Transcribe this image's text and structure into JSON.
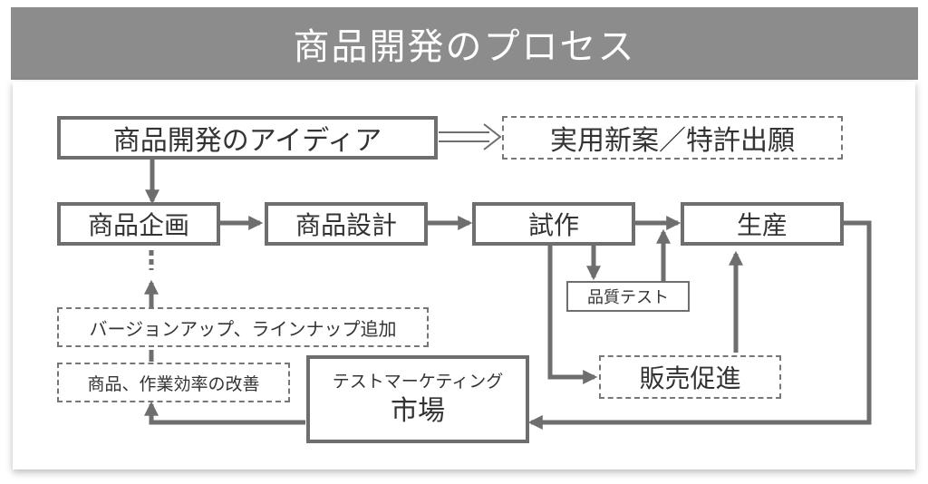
{
  "title": "商品開発のプロセス",
  "colors": {
    "header_bg": "#8c8c8c",
    "title_text": "#ffffff",
    "box_border": "#6e6e6e",
    "text": "#333333",
    "arrow": "#6e6e6e"
  },
  "nodes": {
    "idea": "商品開発のアイディア",
    "patent": "実用新案／特許出願",
    "planning": "商品企画",
    "design": "商品設計",
    "prototype": "試作",
    "production": "生産",
    "quality_test": "品質テスト",
    "promotion": "販売促進",
    "version_up": "バージョンアップ、ラインナップ追加",
    "improvement": "商品、作業効率の改善",
    "test_marketing": "テストマーケティング",
    "market": "市場"
  }
}
